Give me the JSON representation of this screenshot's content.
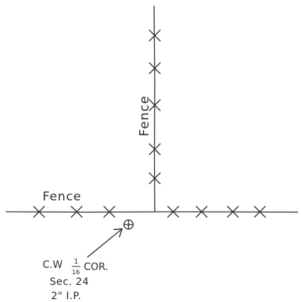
{
  "diagram": {
    "horizontal_fence_label": "Fence",
    "vertical_fence_label": "Fence",
    "corner_label": {
      "line1_prefix": "C.W",
      "fraction_numerator": "1",
      "fraction_denominator": "16",
      "line1_suffix": "COR.",
      "line2": "Sec. 24",
      "line3": "2\" I.P."
    },
    "ink_color": "#2a2a2a"
  }
}
